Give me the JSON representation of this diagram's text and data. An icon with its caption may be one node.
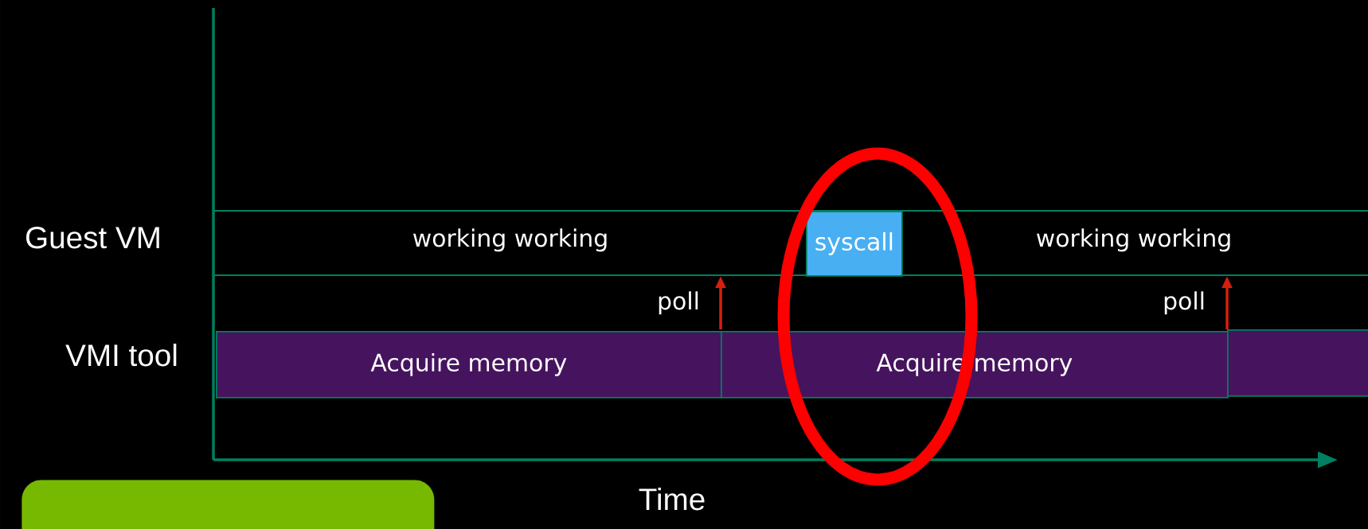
{
  "diagram": {
    "nodes": [
      {
        "text": [
          "Acquire memory"
        ]
      },
      {
        "text": [
          "syscall"
        ]
      },
      {
        "text": [
          "Acquire memory"
        ]
      },
      {
        "text": [],
        "shape": "bar"
      },
      {
        "text": [],
        "shape": "box"
      }
    ],
    "labels": [
      "Guest VM",
      "VMI tool",
      "working working",
      "working working",
      "poll",
      "poll",
      "Time"
    ]
  }
}
